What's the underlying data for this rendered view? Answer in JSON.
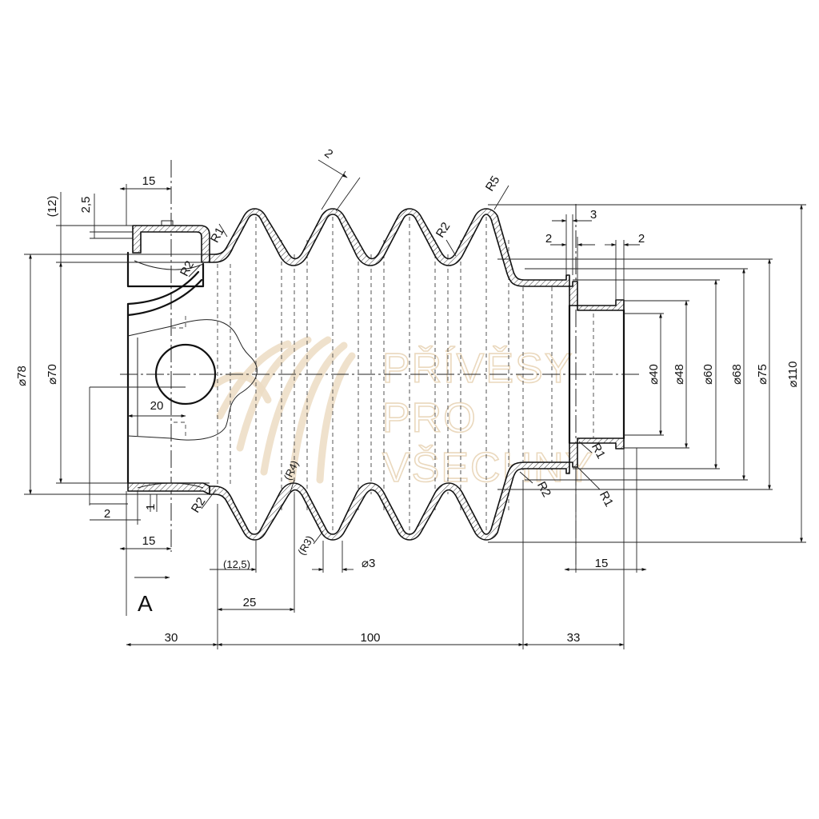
{
  "dims": {
    "d78": "⌀78",
    "d70": "⌀70",
    "d40": "⌀40",
    "d48": "⌀48",
    "d60": "⌀60",
    "d68": "⌀68",
    "d75": "⌀75",
    "d110": "⌀110",
    "d3": "⌀3",
    "top_15": "15",
    "bottom_15": "15",
    "right_15": "15",
    "paren_12": "(12)",
    "v_2_5": "2,5",
    "thickness_2": "2",
    "top_3": "3",
    "top_2_left": "2",
    "top_2_right": "2",
    "hole_20": "20",
    "bottom_2": "2",
    "bottom_1": "1",
    "paren_12_5": "(12,5)",
    "len_25": "25",
    "len_30": "30",
    "len_100": "100",
    "len_33": "33"
  },
  "radii": {
    "r1_top": "R1",
    "r2_top_left": "R2",
    "r2_top_mid": "R2",
    "r5_top": "R5",
    "r2_bottom_left": "R2",
    "r4_bottom": "(R4)",
    "r3_bottom": "(R3)",
    "r1_right_a": "R1",
    "r2_right": "R2",
    "r1_right_b": "R1"
  },
  "view_label": "A",
  "watermark": {
    "line1": "PŘÍVĚSY",
    "line2": "PRO",
    "line3": "VŠECHNY"
  },
  "colors": {
    "ink": "#111111",
    "watermark": "#ead8bd"
  }
}
